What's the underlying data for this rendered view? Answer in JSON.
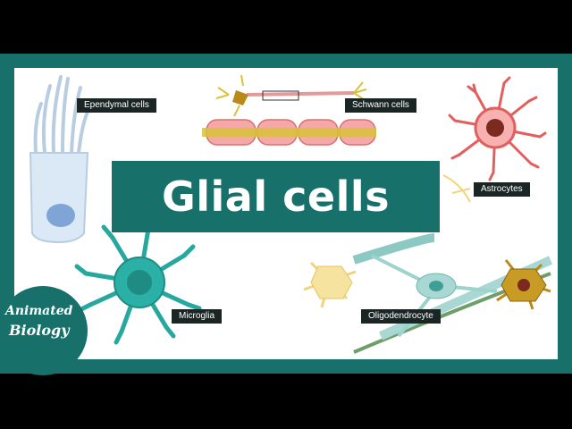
{
  "title": "Glial cells",
  "labels": {
    "ependymal": "Ependymal cells",
    "schwann": "Schwann cells",
    "astrocytes": "Astrocytes",
    "microglia": "Microglia",
    "oligodendrocyte": "Oligodendrocyte"
  },
  "logo": {
    "line1": "Animated",
    "line2": "Biology"
  },
  "colors": {
    "frame": "#17706a",
    "label_bg": "#1a2524",
    "ependymal": "#dbe8f5",
    "schwann": "#f4a8a8",
    "axon": "#d8c23a",
    "astrocyte": "#f07a7a",
    "microglia": "#2ab0a6",
    "oligo": "#a9d8d4",
    "neuron_yellow": "#f7e3a0",
    "neuron_brown": "#b98a1a"
  }
}
